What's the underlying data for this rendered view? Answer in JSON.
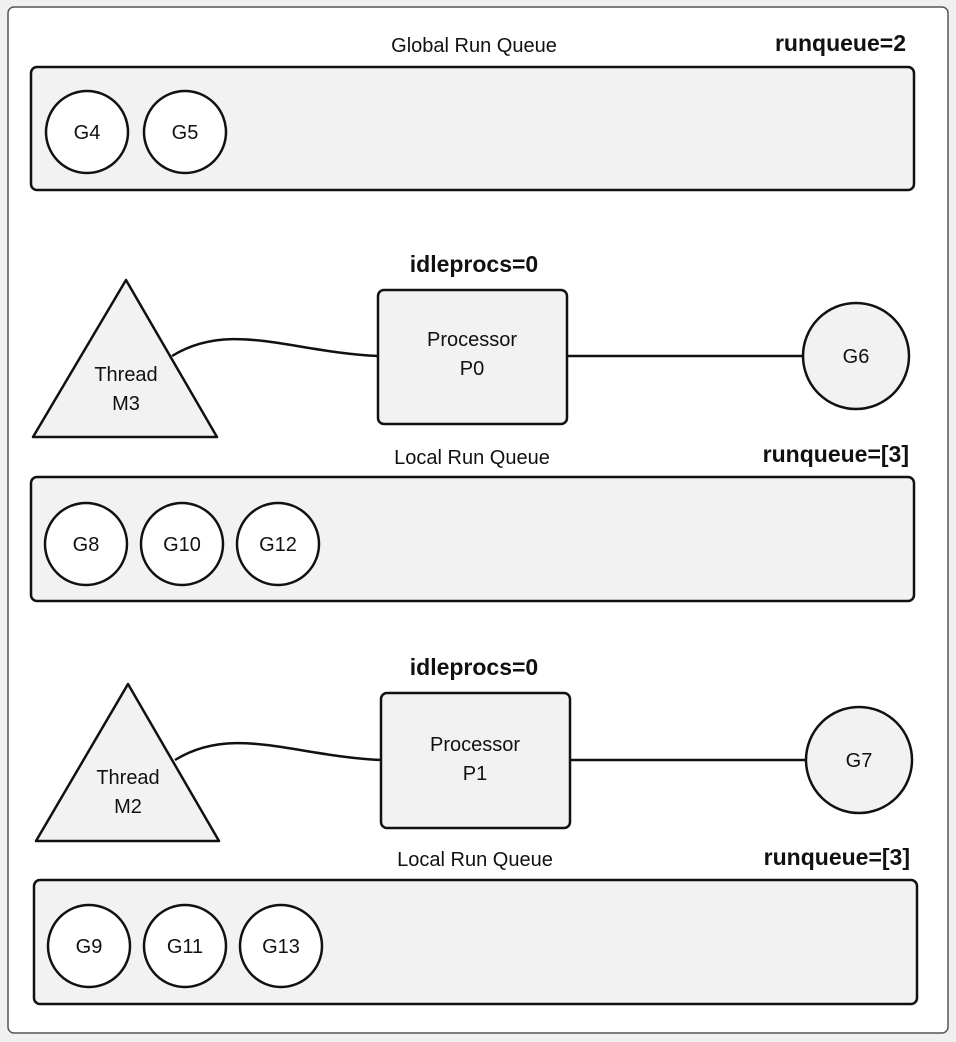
{
  "global_queue": {
    "title": "Global Run Queue",
    "count": "runqueue=2",
    "goroutines": [
      "G4",
      "G5"
    ]
  },
  "processors": [
    {
      "idle": "idleprocs=0",
      "thread": [
        "Thread",
        "M3"
      ],
      "processor": [
        "Processor",
        "P0"
      ],
      "running": "G6",
      "queue_title": "Local Run Queue",
      "queue_count": "runqueue=[3]",
      "queue": [
        "G8",
        "G10",
        "G12"
      ]
    },
    {
      "idle": "idleprocs=0",
      "thread": [
        "Thread",
        "M2"
      ],
      "processor": [
        "Processor",
        "P1"
      ],
      "running": "G7",
      "queue_title": "Local Run Queue",
      "queue_count": "runqueue=[3]",
      "queue": [
        "G9",
        "G11",
        "G13"
      ]
    }
  ]
}
